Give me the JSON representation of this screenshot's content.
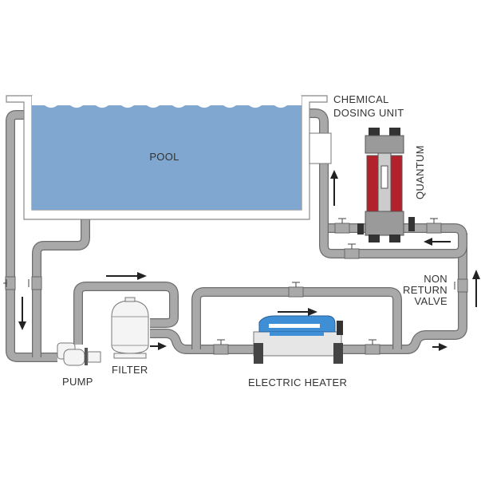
{
  "labels": {
    "pool": "POOL",
    "chemical_dosing_line1": "CHEMICAL",
    "chemical_dosing_line2": "DOSING UNIT",
    "quantum": "QUANTUM",
    "non_return_line1": "NON",
    "non_return_line2": "RETURN",
    "non_return_line3": "VALVE",
    "pump": "PUMP",
    "filter": "FILTER",
    "electric_heater": "ELECTRIC HEATER"
  },
  "colors": {
    "water": "#7fa7cf",
    "pipe": "#a9a9a9",
    "heater": "#3f8fd6",
    "quantum_tube": "#b3222a"
  }
}
